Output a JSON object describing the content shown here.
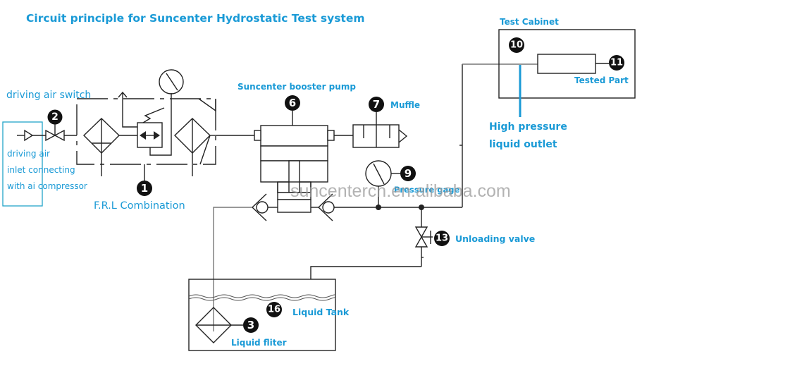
{
  "title": "Circuit  principle for Suncenter Hydrostatic Test system",
  "labels": {
    "driving_air_switch": "driving air switch",
    "inlet_line1": "driving air",
    "inlet_line2": "inlet connecting",
    "inlet_line3": "with ai compressor",
    "frl": "F.R.L Combination",
    "booster_pump": "Suncenter booster pump",
    "muffle": "Muffle",
    "pressure_gage": "Pressure gage",
    "unloading_valve": "Unloading valve",
    "test_cabinet": "Test Cabinet",
    "tested_part": "Tested Part",
    "hp_outlet_line1": "High pressure",
    "hp_outlet_line2": "liquid outlet",
    "liquid_tank": "Liquid Tank",
    "liquid_filter": "Liquid fliter"
  },
  "badges": {
    "frl": "1",
    "switch": "2",
    "filter": "3",
    "pump": "6",
    "muffle": "7",
    "gage": "9",
    "cabinet": "10",
    "part": "11",
    "valve": "13",
    "tank": "16"
  },
  "watermark": "suncentercn.en.alibaba.com",
  "colors": {
    "accent": "#1a9ad6",
    "line": "#222222",
    "badge": "#111111"
  }
}
